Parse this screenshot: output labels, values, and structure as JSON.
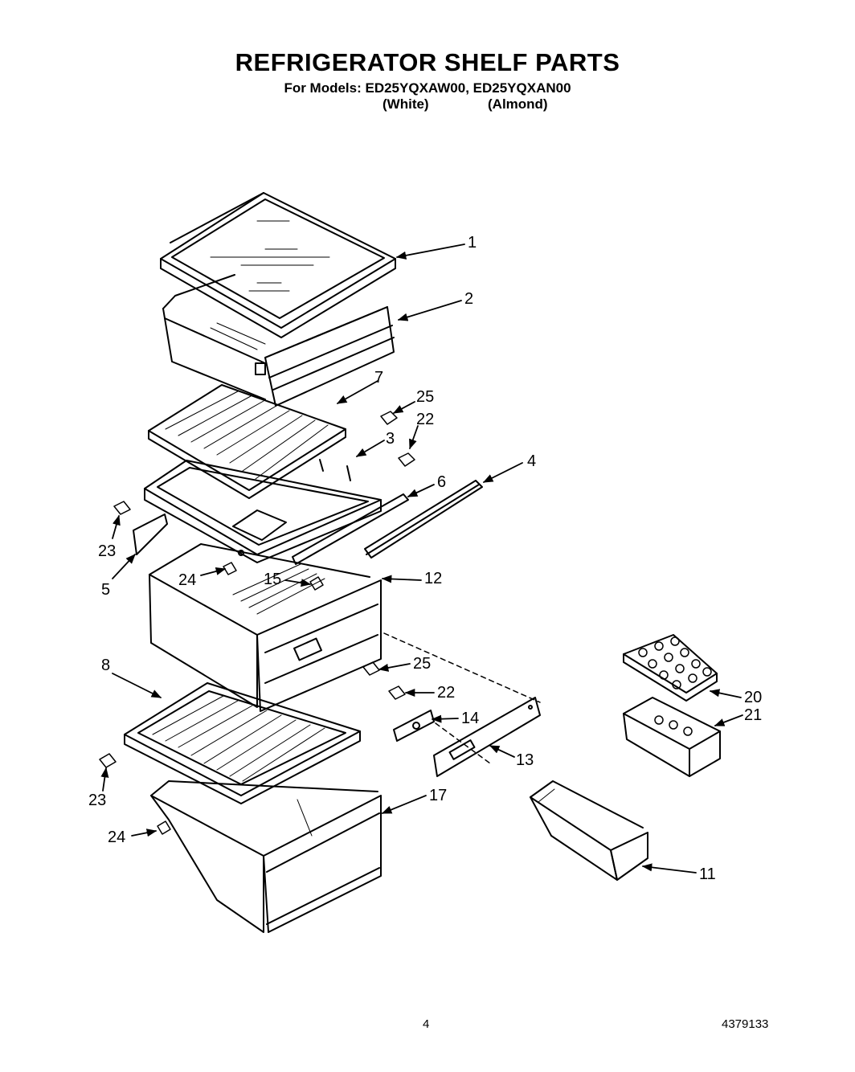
{
  "header": {
    "title": "REFRIGERATOR SHELF PARTS",
    "models_line": "For Models: ED25YQXAW00, ED25YQXAN00",
    "variant_white": "(White)",
    "variant_almond": "(Almond)"
  },
  "callouts": [
    {
      "id": "c1",
      "text": "1"
    },
    {
      "id": "c2",
      "text": "2"
    },
    {
      "id": "c7",
      "text": "7"
    },
    {
      "id": "c25a",
      "text": "25"
    },
    {
      "id": "c22a",
      "text": "22"
    },
    {
      "id": "c3",
      "text": "3"
    },
    {
      "id": "c4",
      "text": "4"
    },
    {
      "id": "c6",
      "text": "6"
    },
    {
      "id": "c23a",
      "text": "23"
    },
    {
      "id": "c5",
      "text": "5"
    },
    {
      "id": "c24a",
      "text": "24"
    },
    {
      "id": "c15",
      "text": "15"
    },
    {
      "id": "c12",
      "text": "12"
    },
    {
      "id": "c8",
      "text": "8"
    },
    {
      "id": "c25b",
      "text": "25"
    },
    {
      "id": "c22b",
      "text": "22"
    },
    {
      "id": "c14",
      "text": "14"
    },
    {
      "id": "c13",
      "text": "13"
    },
    {
      "id": "c23b",
      "text": "23"
    },
    {
      "id": "c17",
      "text": "17"
    },
    {
      "id": "c24b",
      "text": "24"
    },
    {
      "id": "c20",
      "text": "20"
    },
    {
      "id": "c21",
      "text": "21"
    },
    {
      "id": "c11",
      "text": "11"
    }
  ],
  "footer": {
    "page_number": "4",
    "doc_number": "4379133"
  }
}
